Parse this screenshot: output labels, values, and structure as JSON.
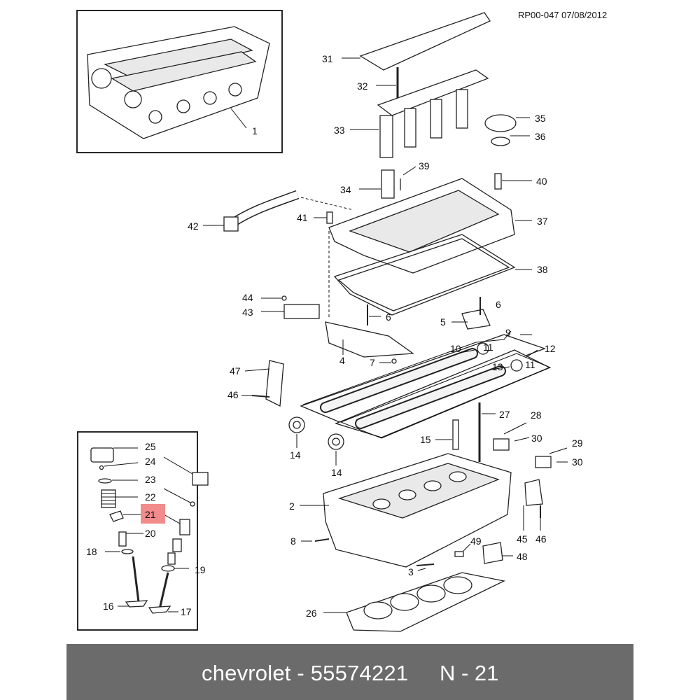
{
  "document": {
    "reference": "RP00-047 07/08/2012"
  },
  "footer": {
    "caption": "chevrolet - 55574221",
    "part_ref": "N - 21"
  },
  "highlight_color": "#f28b8b",
  "callouts": {
    "c1": "1",
    "c2": "2",
    "c3": "3",
    "c4": "4",
    "c5": "5",
    "c6a": "6",
    "c6b": "6",
    "c7": "7",
    "c8": "8",
    "c9": "9",
    "c10": "10",
    "c11a": "11",
    "c11b": "11",
    "c12": "12",
    "c13": "13",
    "c14a": "14",
    "c14b": "14",
    "c15": "15",
    "c16": "16",
    "c17": "17",
    "c18": "18",
    "c19": "19",
    "c20": "20",
    "c21": "21",
    "c22": "22",
    "c23": "23",
    "c24": "24",
    "c25": "25",
    "c26": "26",
    "c27": "27",
    "c28": "28",
    "c29": "29",
    "c30a": "30",
    "c30b": "30",
    "c31": "31",
    "c32": "32",
    "c33": "33",
    "c34": "34",
    "c35": "35",
    "c36": "36",
    "c37": "37",
    "c38": "38",
    "c39": "39",
    "c40": "40",
    "c41": "41",
    "c42": "42",
    "c43": "43",
    "c44": "44",
    "c45": "45",
    "c46a": "46",
    "c46b": "46",
    "c47": "47",
    "c48": "48",
    "c49": "49"
  }
}
